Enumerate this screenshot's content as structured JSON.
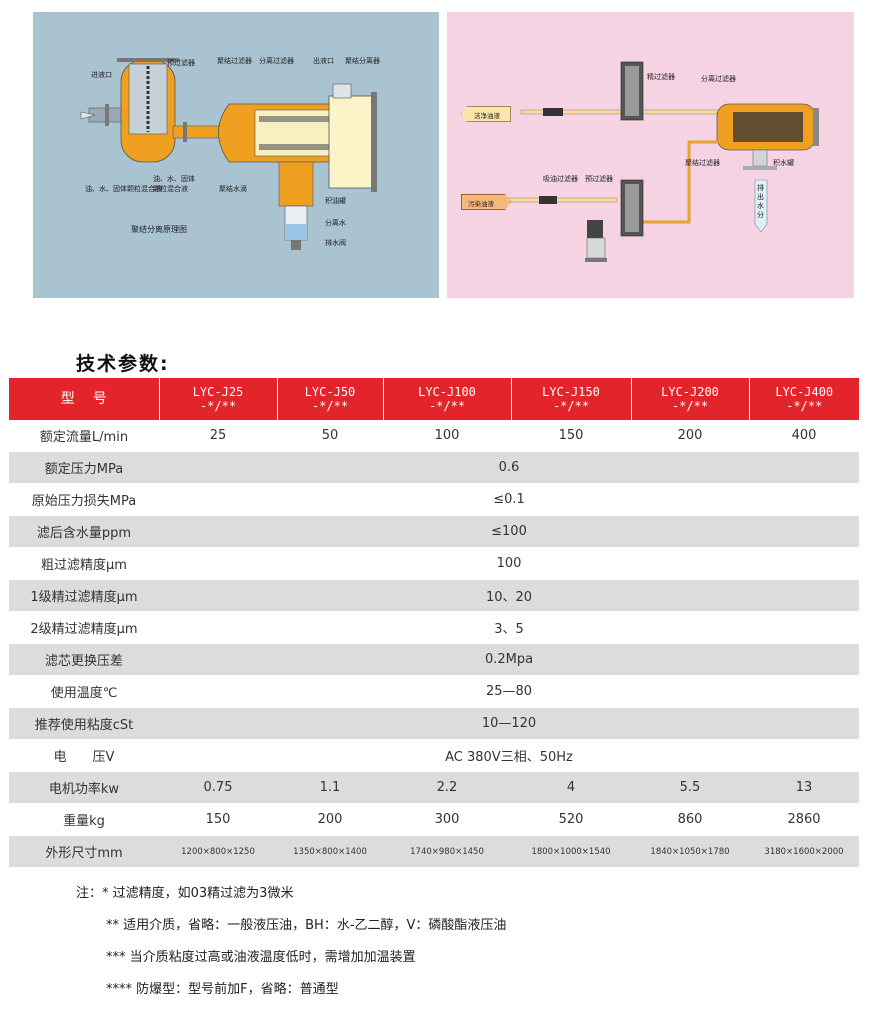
{
  "diagram_left": {
    "caption": "聚结分离原理图",
    "labels": {
      "inlet": "进液口",
      "pre_filter": "预过滤器",
      "coalesce_filter": "聚结过滤器",
      "separate_filter": "分离过滤器",
      "outlet": "出液口",
      "coalesce_separator": "聚结分离器",
      "mix1": "油、水、固体颗粒混合液",
      "mix2": "油、水、固体颗粒混合液",
      "water_drop": "聚结水滴",
      "oil_tank": "积油罐",
      "separated_water": "分离水",
      "drain_valve": "排水阀"
    }
  },
  "diagram_right": {
    "labels": {
      "clean_oil": "洁净油液",
      "fine_filter": "精过滤器",
      "separate_filter": "分离过滤器",
      "coalesce_filter": "聚结过滤器",
      "water_tank": "积水罐",
      "drain_out": "排出水分",
      "suction_filter": "吸油过滤器",
      "pre_filter": "预过滤器",
      "dirty_oil": "污染油液"
    }
  },
  "section_title": "技术参数:",
  "table": {
    "header_label": "型号",
    "models": [
      {
        "name": "LYC-J25",
        "suffix": "-*/**"
      },
      {
        "name": "LYC-J50",
        "suffix": "-*/**"
      },
      {
        "name": "LYC-J100",
        "suffix": "-*/**"
      },
      {
        "name": "LYC-J150",
        "suffix": "-*/**"
      },
      {
        "name": "LYC-J200",
        "suffix": "-*/**"
      },
      {
        "name": "LYC-J400",
        "suffix": "-*/**"
      }
    ],
    "rows": [
      {
        "label": "额定流量L/min",
        "values": [
          "25",
          "50",
          "100",
          "150",
          "200",
          "400"
        ]
      },
      {
        "label": "额定压力MPa",
        "merged": "0.6"
      },
      {
        "label": "原始压力损失MPa",
        "merged": "≤0.1"
      },
      {
        "label": "滤后含水量ppm",
        "merged": "≤100"
      },
      {
        "label": "粗过滤精度μm",
        "merged": "100"
      },
      {
        "label": "1级精过滤精度μm",
        "merged": "10、20"
      },
      {
        "label": "2级精过滤精度μm",
        "merged": "3、5"
      },
      {
        "label": "滤芯更换压差",
        "merged": "0.2Mpa"
      },
      {
        "label": "使用温度℃",
        "merged": "25—80"
      },
      {
        "label": "推荐使用粘度cSt",
        "merged": "10—120"
      },
      {
        "label": "电　　压V",
        "merged": "AC 380V三相、50Hz"
      },
      {
        "label": "电机功率kw",
        "values": [
          "0.75",
          "1.1",
          "2.2",
          "4",
          "5.5",
          "13"
        ]
      },
      {
        "label": "重量kg",
        "values": [
          "150",
          "200",
          "300",
          "520",
          "860",
          "2860"
        ]
      },
      {
        "label": "外形尺寸mm",
        "values": [
          "1200×800×1250",
          "1350×800×1400",
          "1740×980×1450",
          "1800×1000×1540",
          "1840×1050×1780",
          "3180×1600×2000"
        ]
      }
    ]
  },
  "notes": [
    "注：* 过滤精度，如03精过滤为3微米",
    "** 适用介质，省略：一般液压油，BH：水-乙二醇，V：磷酸酯液压油",
    "*** 当介质粘度过高或油液温度低时，需增加加温装置",
    "**** 防爆型：型号前加F，省略：普通型"
  ]
}
